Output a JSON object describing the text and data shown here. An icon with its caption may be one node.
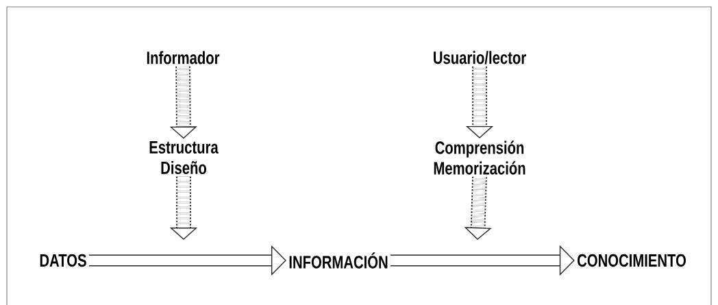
{
  "diagram": {
    "nodes": [
      {
        "text": [
          "Informador"
        ]
      },
      {
        "text": [
          "Estructura Diseño"
        ]
      },
      {
        "text": [
          "Usuario/lector"
        ]
      },
      {
        "text": [
          "Comprensión Memorización"
        ]
      },
      {
        "text": [
          "DATOS"
        ]
      },
      {
        "text": [
          "INFORMACIÓN"
        ]
      },
      {
        "text": [
          "CONOCIMIENTO"
        ]
      }
    ],
    "edges": [
      {
        "from": 0,
        "to": 1,
        "arrow": "to",
        "style": "dashed"
      },
      {
        "from": 1,
        "to": null,
        "arrow": "to",
        "style": "dashed"
      },
      {
        "from": 2,
        "to": 3,
        "arrow": "to",
        "style": "dashed"
      },
      {
        "from": 3,
        "to": null,
        "arrow": "to",
        "style": "dashed"
      },
      {
        "from": 4,
        "to": 5,
        "arrow": "to"
      },
      {
        "from": 5,
        "to": 6,
        "arrow": "to"
      }
    ]
  }
}
